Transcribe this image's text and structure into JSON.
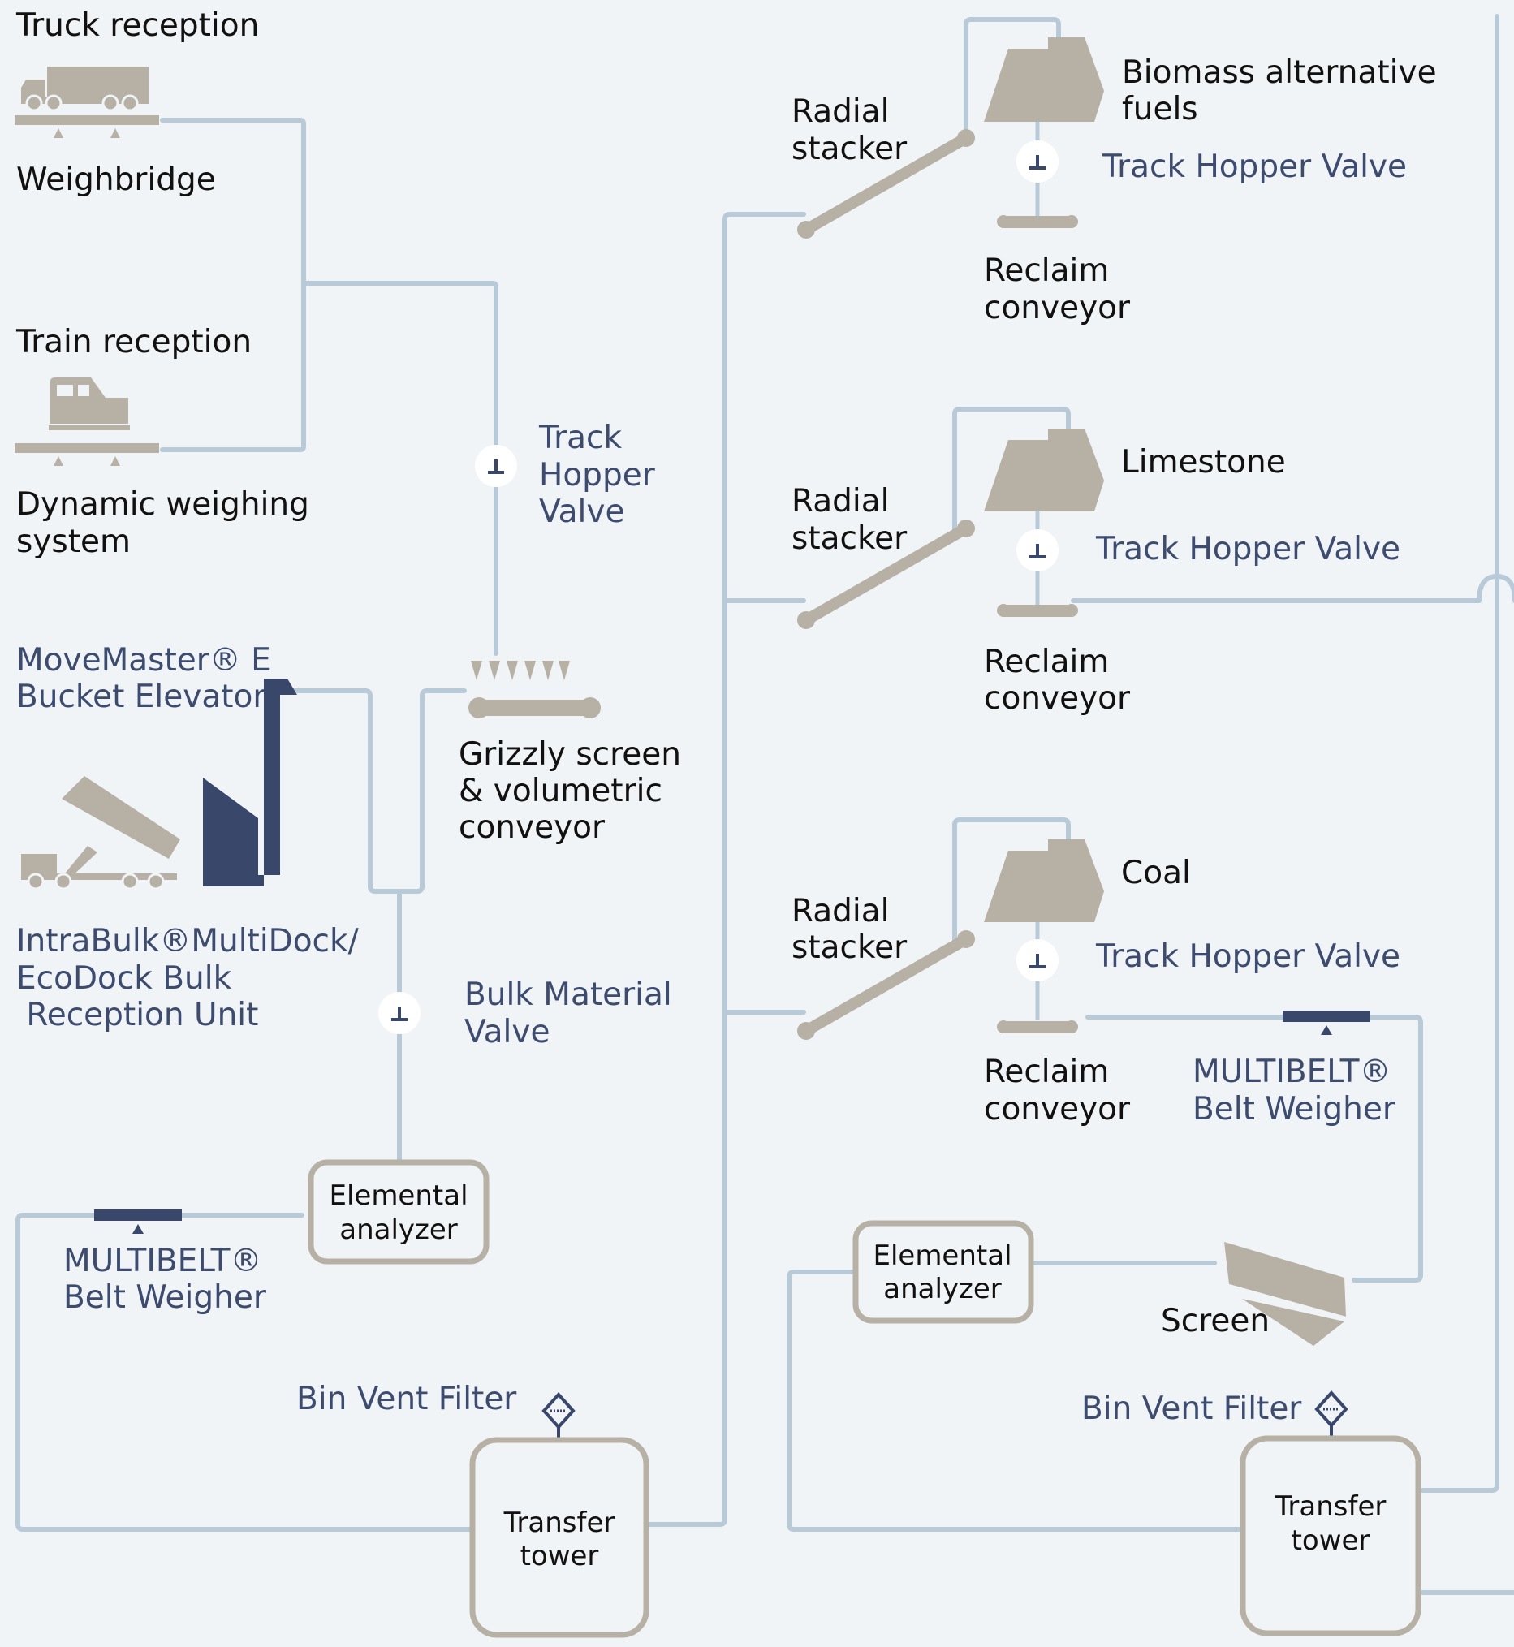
{
  "colors": {
    "background": "#f0f4f7",
    "pipe": "#b8cad8",
    "equipment": "#b6b0a5",
    "navy": "#38476a",
    "label_dark": "#111111",
    "label_blue": "#3c4b6e"
  },
  "icons": [
    "truck-icon",
    "train-icon",
    "dump-truck-icon",
    "bucket-elevator-icon",
    "valve-icon",
    "hopper-icon",
    "belt-weigher-icon",
    "bin-vent-filter-icon",
    "screen-icon",
    "conveyor-icon"
  ],
  "labels": {
    "truck_reception": "Truck reception",
    "weighbridge": "Weighbridge",
    "train_reception": "Train reception",
    "dynamic_weighing": [
      "Dynamic weighing",
      "system"
    ],
    "track_hopper_valve_left": [
      "Track",
      "Hopper",
      "Valve"
    ],
    "movemaster": [
      "MoveMaster® E",
      "Bucket Elevator"
    ],
    "grizzly": [
      "Grizzly screen",
      "& volumetric",
      "conveyor"
    ],
    "intrabulk": [
      "IntraBulk®MultiDock/",
      "EcoDock Bulk",
      " Reception Unit"
    ],
    "bulk_material_valve": [
      "Bulk Material",
      "Valve"
    ],
    "elemental_analyzer_left": [
      "Elemental",
      "analyzer"
    ],
    "multibelt_left": [
      "MULTIBELT®",
      "Belt Weigher"
    ],
    "bin_vent_filter_left": "Bin Vent Filter",
    "transfer_tower_left": [
      "Transfer",
      "tower"
    ],
    "radial_stacker_1": [
      "Radial",
      "stacker"
    ],
    "biomass": [
      "Biomass alternative",
      "fuels"
    ],
    "track_hopper_valve_1": "Track Hopper Valve",
    "reclaim_conveyor_1": [
      "Reclaim",
      "conveyor"
    ],
    "radial_stacker_2": [
      "Radial",
      "stacker"
    ],
    "limestone": "Limestone",
    "track_hopper_valve_2": "Track Hopper Valve",
    "reclaim_conveyor_2": [
      "Reclaim",
      "conveyor"
    ],
    "radial_stacker_3": [
      "Radial",
      "stacker"
    ],
    "coal": "Coal",
    "track_hopper_valve_3": "Track Hopper Valve",
    "reclaim_conveyor_3": [
      "Reclaim",
      "conveyor"
    ],
    "multibelt_right": [
      "MULTIBELT®",
      "Belt Weigher"
    ],
    "elemental_analyzer_right": [
      "Elemental",
      "analyzer"
    ],
    "screen": "Screen",
    "bin_vent_filter_right": "Bin Vent Filter",
    "transfer_tower_right": [
      "Transfer",
      "tower"
    ]
  }
}
